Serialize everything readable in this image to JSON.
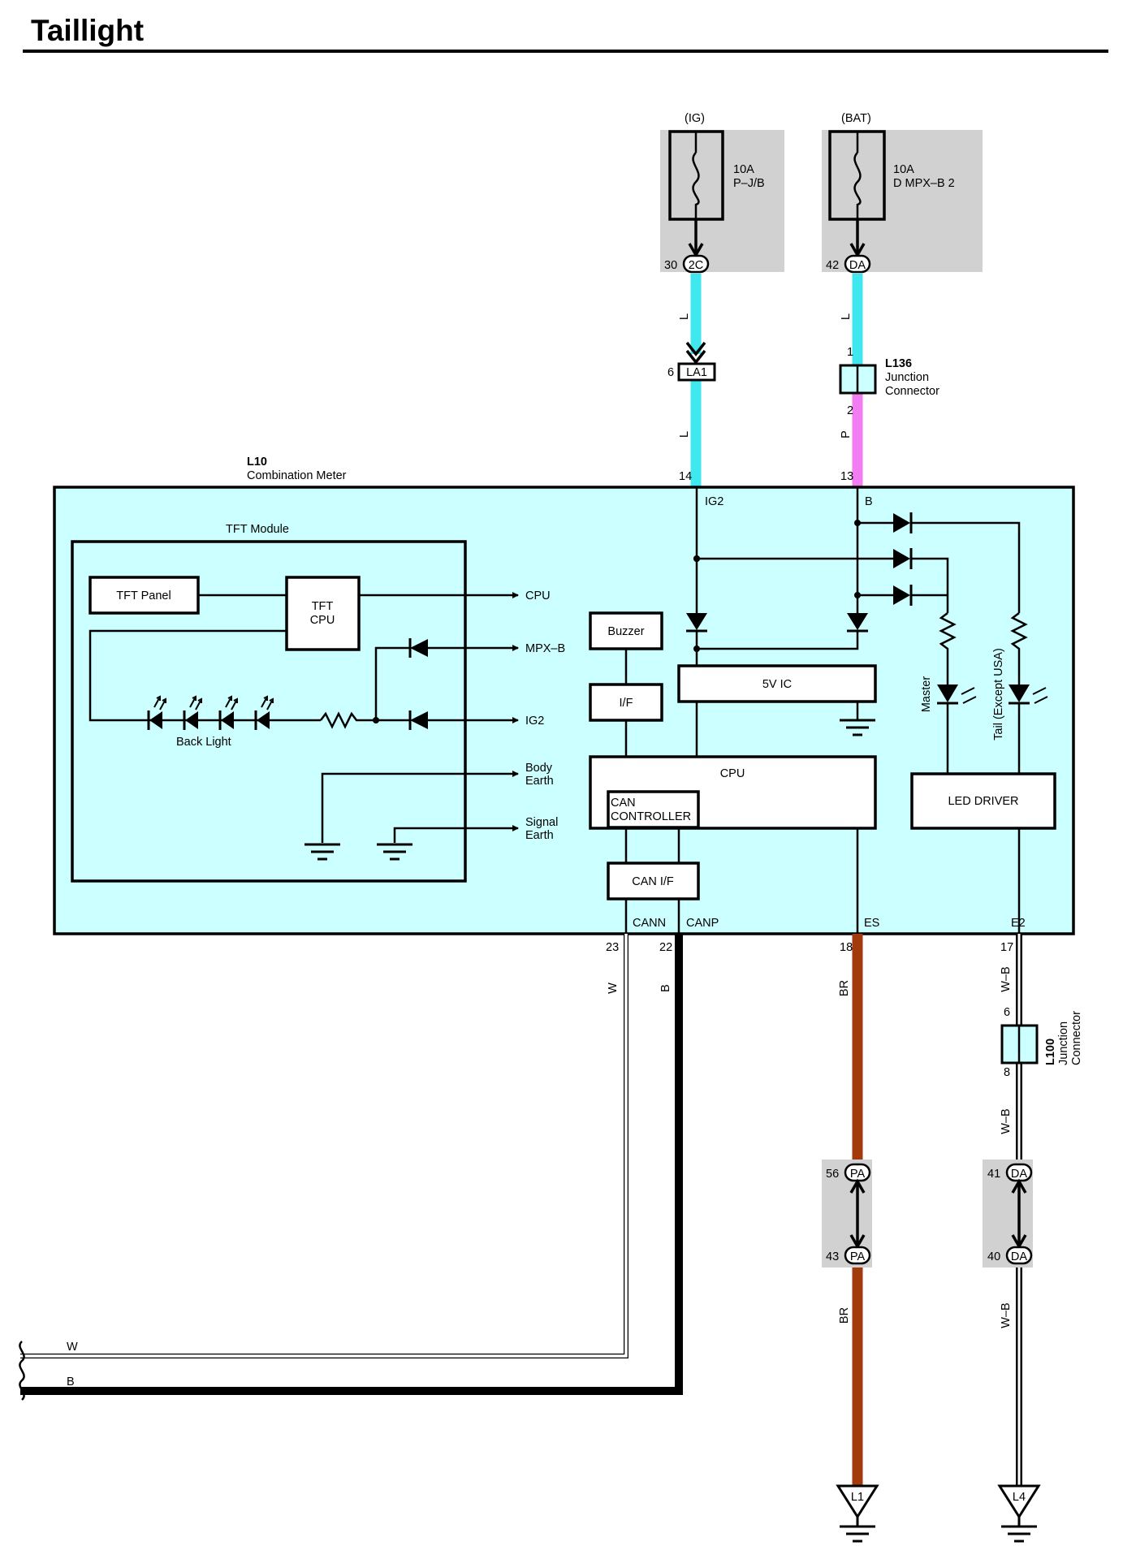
{
  "page": {
    "title": "Taillight"
  },
  "colors": {
    "wire_L": "#3ee8ee",
    "wire_P": "#f27cf2",
    "wire_BR": "#a33a0d",
    "wire_B": "#000000",
    "meter_fill": "#ccffff",
    "fuse_box": "#d1d1d1"
  },
  "fuses": [
    {
      "source": "(IG)",
      "rating": "10A",
      "name": "P–J/B",
      "pin": "30",
      "connector": "2C",
      "wire": "L"
    },
    {
      "source": "(BAT)",
      "rating": "10A",
      "name": "D MPX–B 2",
      "pin": "42",
      "connector": "DA",
      "wire": "L"
    }
  ],
  "connectors": {
    "la1": {
      "pin": "6",
      "code": "LA1",
      "wire_below": "L"
    },
    "l136": {
      "code": "L136",
      "name_line1": "Junction",
      "name_line2": "Connector",
      "pin_top": "1",
      "pin_bottom": "2",
      "wire_below": "P"
    },
    "l100": {
      "code": "L100",
      "name_line1": "Junction",
      "name_line2": "Connector",
      "pin_top": "6",
      "pin_bottom": "8",
      "wire": "W–B"
    },
    "pa": {
      "pin_top": "56",
      "pin_bottom": "43",
      "code": "PA",
      "wire": "BR"
    },
    "da": {
      "pin_top": "41",
      "pin_bottom": "40",
      "code": "DA",
      "wire": "W–B"
    }
  },
  "meter": {
    "code": "L10",
    "name": "Combination Meter",
    "pins": {
      "ig2": "14",
      "b": "13",
      "cann": "23",
      "canp": "22",
      "es": "18",
      "e2": "17"
    },
    "terminals": {
      "ig2": "IG2",
      "b": "B",
      "cann": "CANN",
      "canp": "CANP",
      "es": "ES",
      "e2": "E2"
    },
    "tft_module": {
      "title": "TFT Module",
      "panel": "TFT Panel",
      "cpu_line1": "TFT",
      "cpu_line2": "CPU",
      "backlight": "Back Light",
      "out_cpu": "CPU",
      "out_mpxb": "MPX–B",
      "out_ig2": "IG2",
      "body_earth_1": "Body",
      "body_earth_2": "Earth",
      "signal_earth_1": "Signal",
      "signal_earth_2": "Earth"
    },
    "buzzer": "Buzzer",
    "if": "I/F",
    "ic5v": "5V IC",
    "cpu": "CPU",
    "can_ctrl_1": "CAN",
    "can_ctrl_2": "CONTROLLER",
    "can_if": "CAN I/F",
    "led_driver": "LED DRIVER",
    "led_master": "Master",
    "led_tail": "Tail (Except USA)"
  },
  "wires": {
    "cann": "W",
    "canp": "B",
    "es": "BR",
    "e2": "W–B",
    "bus_w": "W",
    "bus_b": "B"
  },
  "grounds": {
    "l1": "L1",
    "l4": "L4"
  }
}
